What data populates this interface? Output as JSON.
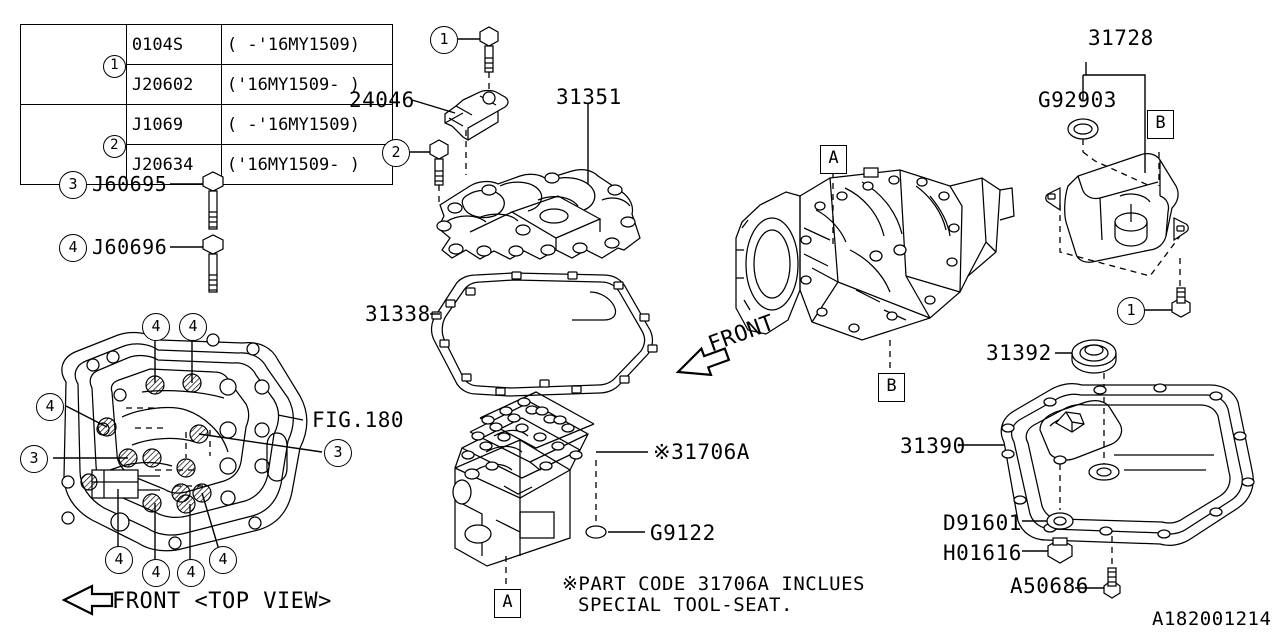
{
  "diagram": {
    "drawing_number": "A182001214",
    "note_line1": "※PART CODE 31706A INCLUES",
    "note_line2": "SPECIAL TOOL-SEAT.",
    "front_top_view": "FRONT <TOP VIEW>",
    "front_label": "FRONT",
    "fig_ref": "FIG.180"
  },
  "parts_table": {
    "rows": [
      {
        "num": "1",
        "code": "0104S",
        "range": "( -'16MY1509)"
      },
      {
        "num": "1",
        "code": "J20602",
        "range": "('16MY1509- )"
      },
      {
        "num": "2",
        "code": "J1069",
        "range": "( -'16MY1509)"
      },
      {
        "num": "2",
        "code": "J20634",
        "range": "('16MY1509- )"
      }
    ]
  },
  "legend": [
    {
      "num": "3",
      "code": "J60695"
    },
    {
      "num": "4",
      "code": "J60696"
    }
  ],
  "labels": {
    "p24046": "24046",
    "p31351": "31351",
    "p31338": "31338",
    "p31706a": "※31706A",
    "g9122": "G9122",
    "p31728": "31728",
    "g92903": "G92903",
    "p31392": "31392",
    "p31390": "31390",
    "d91601": "D91601",
    "h01616": "H01616",
    "a50686": "A50686"
  },
  "callouts": {
    "c1": "1",
    "c2": "2",
    "c3": "3",
    "c4": "4",
    "mark_a": "A",
    "mark_b": "B"
  }
}
